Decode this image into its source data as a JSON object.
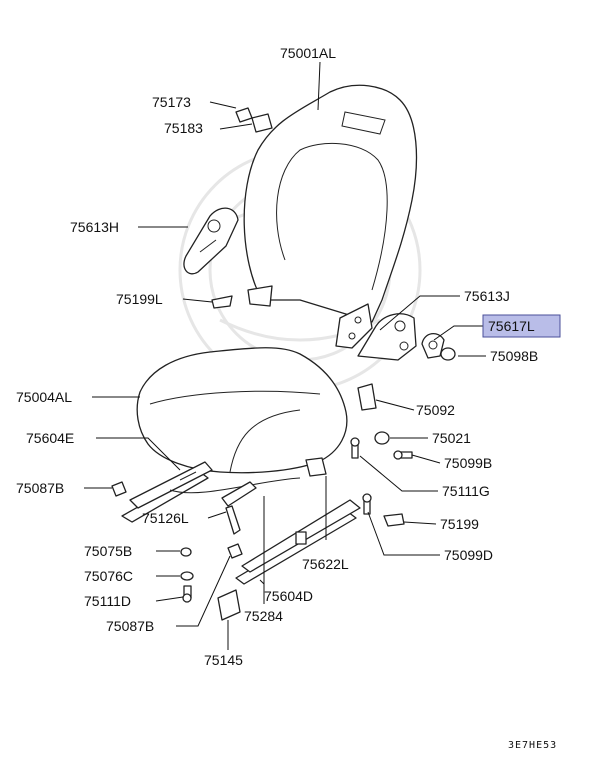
{
  "parts": [
    {
      "id": "75001AL"
    },
    {
      "id": "75173"
    },
    {
      "id": "75183"
    },
    {
      "id": "75613H"
    },
    {
      "id": "75199L"
    },
    {
      "id": "75613J"
    },
    {
      "id": "75617L",
      "highlighted": true
    },
    {
      "id": "75098B"
    },
    {
      "id": "75004AL"
    },
    {
      "id": "75092"
    },
    {
      "id": "75604E"
    },
    {
      "id": "75021"
    },
    {
      "id": "75099B"
    },
    {
      "id": "75087B"
    },
    {
      "id": "75111G"
    },
    {
      "id": "75126L"
    },
    {
      "id": "75199"
    },
    {
      "id": "75075B"
    },
    {
      "id": "75622L"
    },
    {
      "id": "75099D"
    },
    {
      "id": "75076C"
    },
    {
      "id": "75604D"
    },
    {
      "id": "75111D"
    },
    {
      "id": "75087B"
    },
    {
      "id": "75284"
    },
    {
      "id": "75145"
    }
  ],
  "diagram_code": "3E7HE53",
  "colors": {
    "highlight": "#b9bde8",
    "highlight_border": "#4a4f9a",
    "line": "#111111"
  }
}
